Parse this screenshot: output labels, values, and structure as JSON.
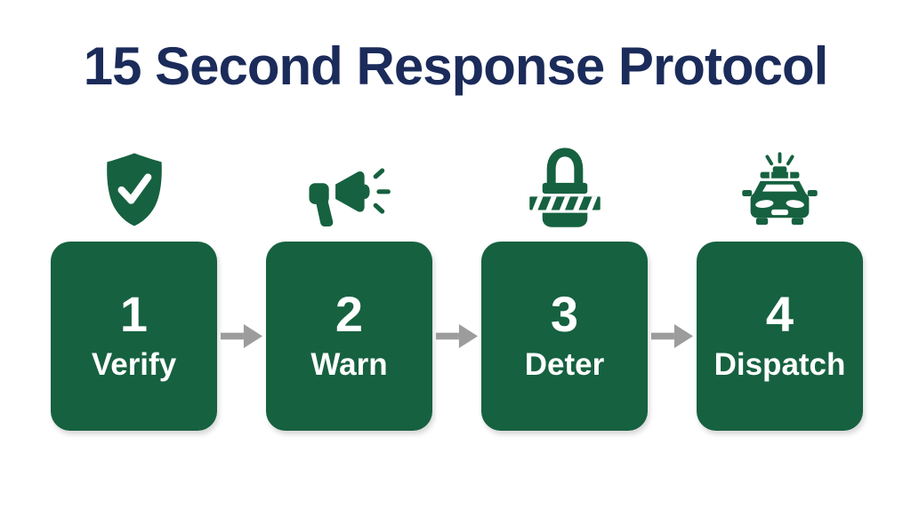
{
  "title": "15 Second Response Protocol",
  "colors": {
    "green": "#166140",
    "navy": "#1b2b5a",
    "arrow": "#9c9c9c",
    "background": "#ffffff",
    "white": "#ffffff"
  },
  "steps": [
    {
      "number": "1",
      "label": "Verify",
      "icon": "shield-check-icon"
    },
    {
      "number": "2",
      "label": "Warn",
      "icon": "megaphone-icon"
    },
    {
      "number": "3",
      "label": "Deter",
      "icon": "striped-padlock-icon"
    },
    {
      "number": "4",
      "label": "Dispatch",
      "icon": "police-car-icon"
    }
  ],
  "connectors": {
    "icon": "arrow-right-icon",
    "direction": "right",
    "count": 3
  }
}
